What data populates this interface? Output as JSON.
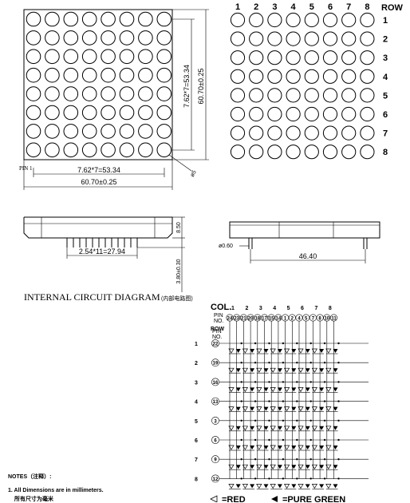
{
  "front_view": {
    "pitch_dim": "7.62*7=53.34",
    "width_dim": "60.70±0.25",
    "v_pitch_dim": "7.62*7=53.34",
    "v_width_dim": "60.70±0.25",
    "pin1_label": "PIN 1",
    "dot_dim": "ø5"
  },
  "numbering": {
    "row_header": "ROW",
    "columns": [
      "1",
      "2",
      "3",
      "4",
      "5",
      "6",
      "7",
      "8"
    ],
    "rows": [
      "1",
      "2",
      "3",
      "4",
      "5",
      "6",
      "7",
      "8"
    ]
  },
  "side_view": {
    "height_dim": "8.50",
    "pin_pitch_dim": "2.54*11=27.94",
    "pin_length_dim": "3.80±0.30"
  },
  "end_view": {
    "pin_dia_dim": "ø0.60",
    "row_span_dim": "46.40"
  },
  "circuit": {
    "title": "INTERNAL CIRCUIT DIAGRAM",
    "title_cn": "(内部电路图)",
    "col_label": "COL.",
    "pin_no_label_1": "PIN",
    "pin_no_label_2": "NO.",
    "row_label": "ROW",
    "col_numbers": [
      "1",
      "2",
      "3",
      "4",
      "5",
      "6",
      "7",
      "8"
    ],
    "col_pins": [
      "24",
      "23",
      "21",
      "20",
      "18",
      "17",
      "15",
      "14",
      "1",
      "2",
      "4",
      "5",
      "7",
      "8",
      "10",
      "11"
    ],
    "row_numbers": [
      "1",
      "2",
      "3",
      "4",
      "5",
      "6",
      "7",
      "8"
    ],
    "row_pins": [
      "22",
      "19",
      "16",
      "13",
      "3",
      "6",
      "9",
      "12"
    ]
  },
  "notes": {
    "heading": "NOTES（注释）:",
    "item1": "1. All Dimensions are in millimeters.",
    "item1_cn": "所有尺寸为毫米",
    "legend_red": "=RED",
    "legend_green": "=PURE GREEN"
  }
}
